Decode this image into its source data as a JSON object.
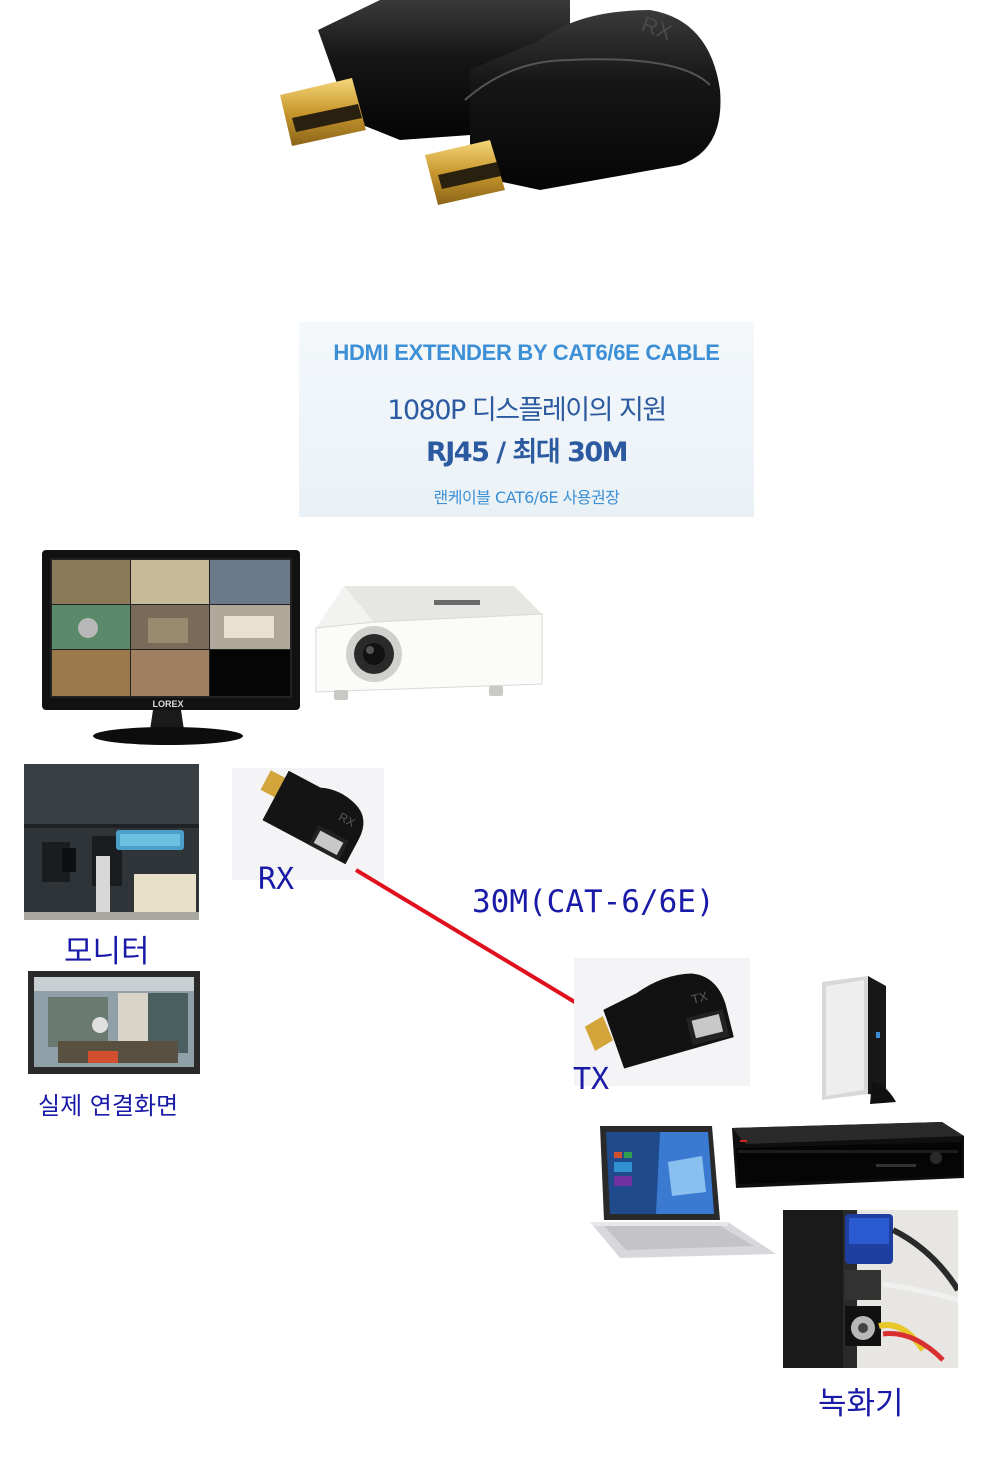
{
  "banner": {
    "title": "HDMI EXTENDER BY CAT6/6E CABLE",
    "line2": "1080P 디스플레이의 지원",
    "line3": "RJ45 / 최대 30M",
    "line4": "랜케이블 CAT6/6E 사용권장"
  },
  "hero": {
    "left_adapter_text": "",
    "right_adapter_text": "RX"
  },
  "monitor_brand": "LOREX",
  "rx_adapter_print": "RX",
  "tx_adapter_print": "TX",
  "diagram": {
    "rx_label": "RX",
    "cable_label": "30M(CAT-6/6E)",
    "monitor_label": "모니터",
    "actual_connection_label": "실제 연결화면",
    "tx_label": "TX",
    "recorder_label": "녹화기"
  },
  "colors": {
    "label_blue": "#1a1aa8",
    "banner_blue": "#3d8fd6",
    "banner_dark_blue": "#2c5aa0",
    "cable_red": "#e0101c"
  },
  "icons": [
    "hdmi-adapter-pair-photo",
    "monitor-icon",
    "projector-icon",
    "hdmi-adapter-icon",
    "tower-pc-icon",
    "dvr-recorder-icon",
    "laptop-icon"
  ]
}
